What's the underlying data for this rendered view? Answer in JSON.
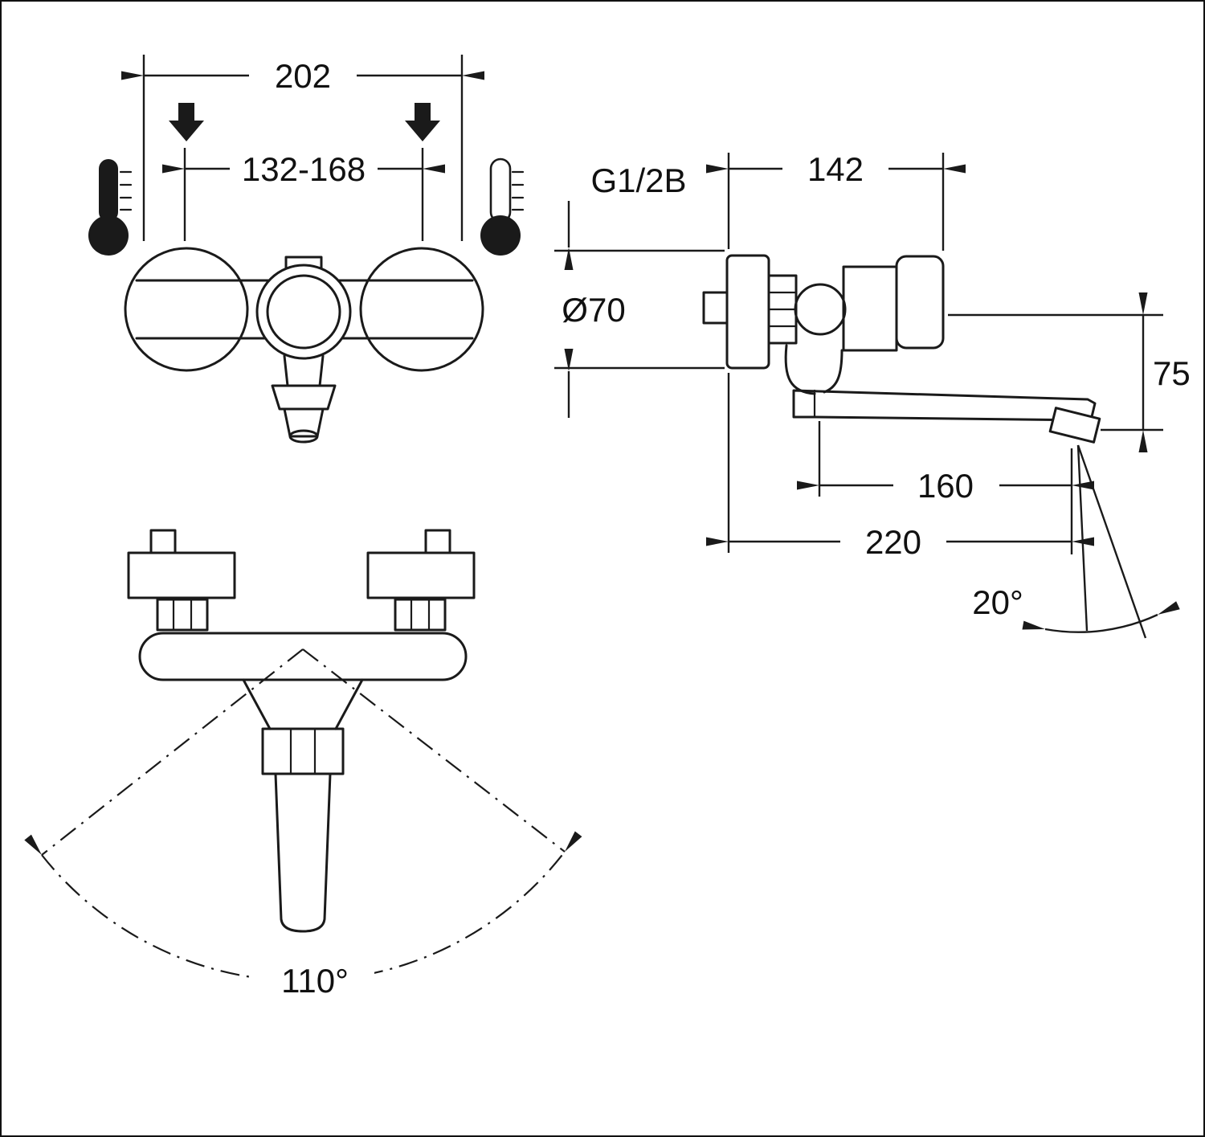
{
  "drawing_type": "faucet-technical-drawing",
  "colors": {
    "line": "#1a1a1a",
    "background": "#ffffff"
  },
  "icons": {
    "hot": "thermometer-hot-icon",
    "cold": "thermometer-cold-icon",
    "inlet": "inlet-arrow-icon"
  },
  "front_view": {
    "dim_total_width": "202",
    "dim_center_range": "132-168"
  },
  "side_view": {
    "thread_label": "G1/2B",
    "dim_depth": "142",
    "dim_flange_diameter": "Ø70",
    "dim_drop_height": "75",
    "dim_spout_reach": "160",
    "dim_total_depth": "220",
    "dim_outlet_angle": "20°"
  },
  "bottom_view": {
    "dim_swivel_angle": "110°"
  }
}
